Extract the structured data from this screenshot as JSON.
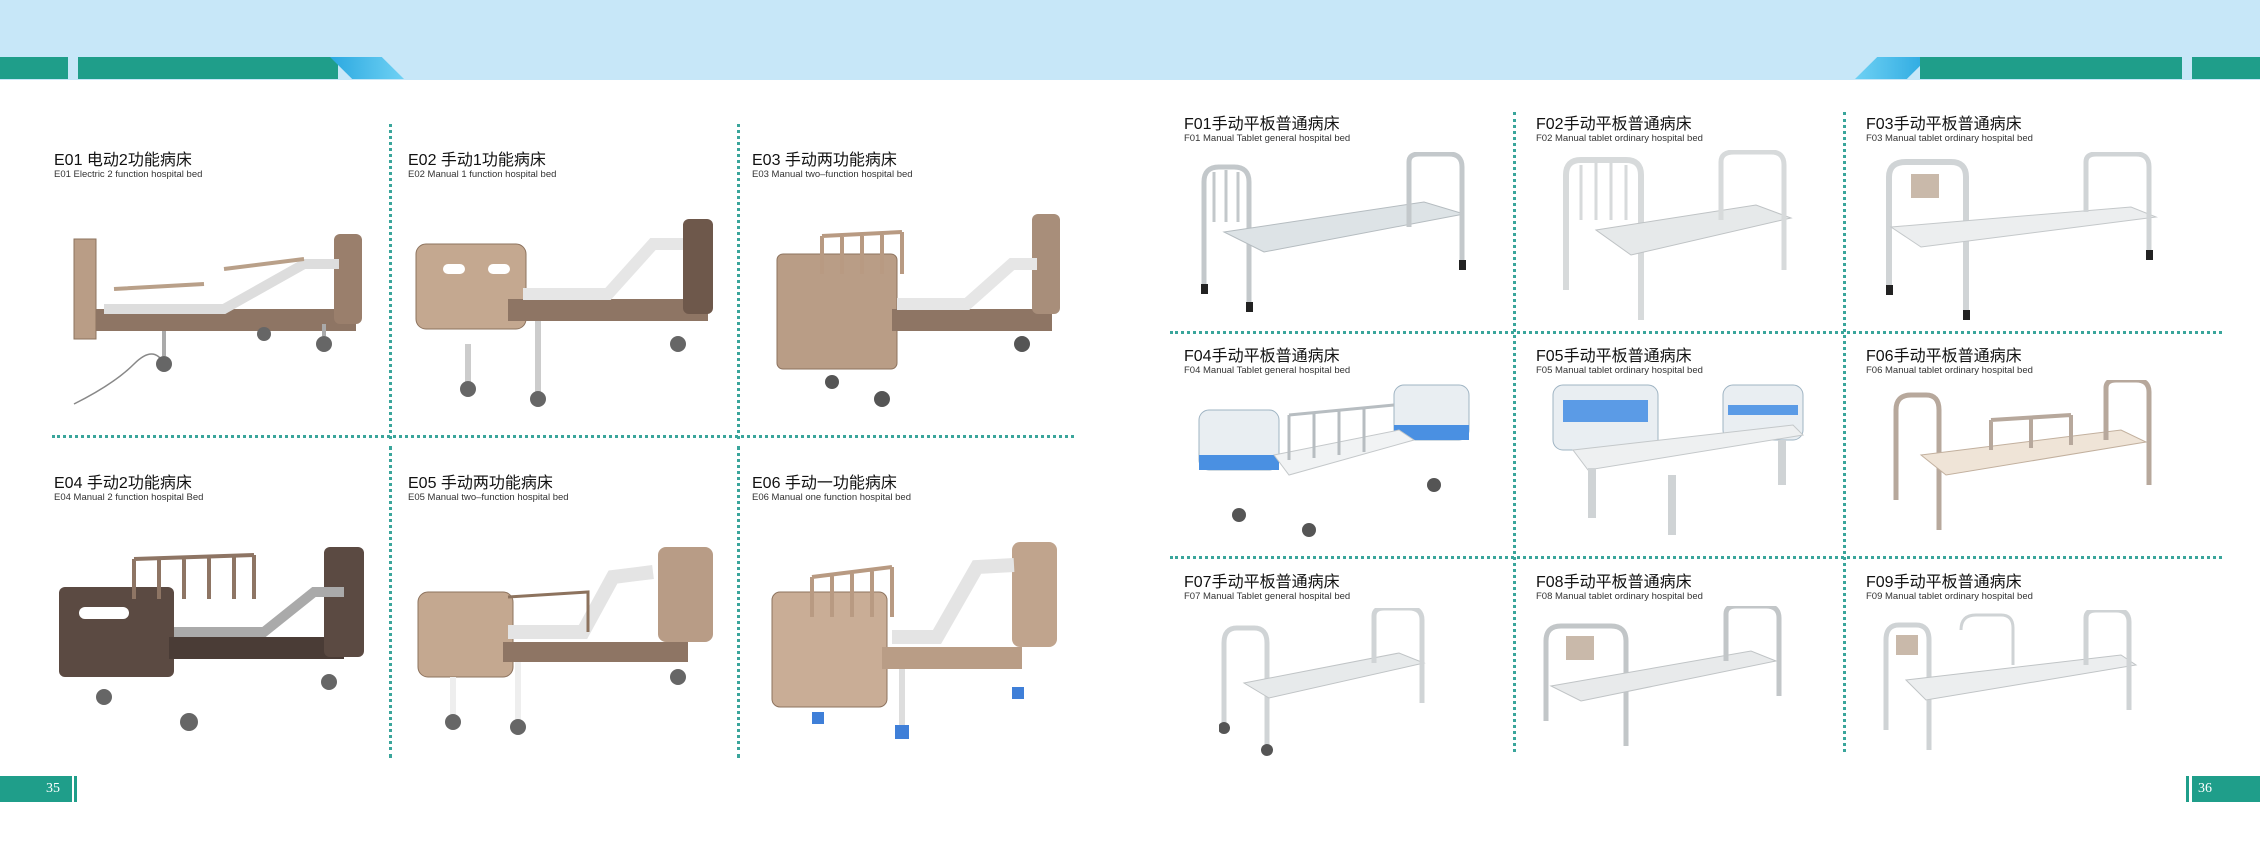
{
  "left_page": {
    "number": "35",
    "products": [
      {
        "title": "E01 电动2功能病床",
        "subtitle": "E01 Electric 2 function hospital bed",
        "icon": "wooden-bed-icon"
      },
      {
        "title": "E02 手动1功能病床",
        "subtitle": "E02 Manual 1 function hospital bed",
        "icon": "wooden-bed-icon"
      },
      {
        "title": "E03 手动两功能病床",
        "subtitle": "E03 Manual two–function hospital bed",
        "icon": "wooden-bed-icon"
      },
      {
        "title": "E04 手动2功能病床",
        "subtitle": "E04 Manual 2 function hospital Bed",
        "icon": "wooden-bed-icon"
      },
      {
        "title": "E05 手动两功能病床",
        "subtitle": "E05 Manual two–function hospital bed",
        "icon": "wooden-bed-icon"
      },
      {
        "title": "E06 手动一功能病床",
        "subtitle": "E06 Manual one function hospital bed",
        "icon": "wooden-bed-icon"
      }
    ]
  },
  "right_page": {
    "number": "36",
    "products": [
      {
        "title": "F01手动平板普通病床",
        "subtitle": "F01 Manual Tablet general hospital bed",
        "icon": "steel-flat-bed-icon"
      },
      {
        "title": "F02手动平板普通病床",
        "subtitle": "F02 Manual tablet ordinary hospital bed",
        "icon": "steel-flat-bed-icon"
      },
      {
        "title": "F03手动平板普通病床",
        "subtitle": "F03 Manual tablet ordinary hospital bed",
        "icon": "steel-flat-bed-icon"
      },
      {
        "title": "F04手动平板普通病床",
        "subtitle": "F04 Manual Tablet general hospital bed",
        "icon": "steel-flat-bed-icon"
      },
      {
        "title": "F05手动平板普通病床",
        "subtitle": "F05 Manual tablet ordinary hospital bed",
        "icon": "steel-flat-bed-icon"
      },
      {
        "title": "F06手动平板普通病床",
        "subtitle": "F06 Manual tablet ordinary hospital bed",
        "icon": "steel-flat-bed-icon"
      },
      {
        "title": "F07手动平板普通病床",
        "subtitle": "F07 Manual Tablet general hospital bed",
        "icon": "steel-flat-bed-icon"
      },
      {
        "title": "F08手动平板普通病床",
        "subtitle": "F08 Manual tablet ordinary hospital bed",
        "icon": "steel-flat-bed-icon"
      },
      {
        "title": "F09手动平板普通病床",
        "subtitle": "F09 Manual tablet ordinary hospital bed",
        "icon": "steel-flat-bed-icon"
      }
    ]
  },
  "colors": {
    "header_band": "#c7e7f8",
    "accent_teal": "#1f9e8a",
    "accent_blue": "#2aa8e0",
    "divider": "#3aa59b",
    "wood_light": "#b99d86",
    "wood_dark": "#5b4a42",
    "steel": "#c9ced1"
  }
}
